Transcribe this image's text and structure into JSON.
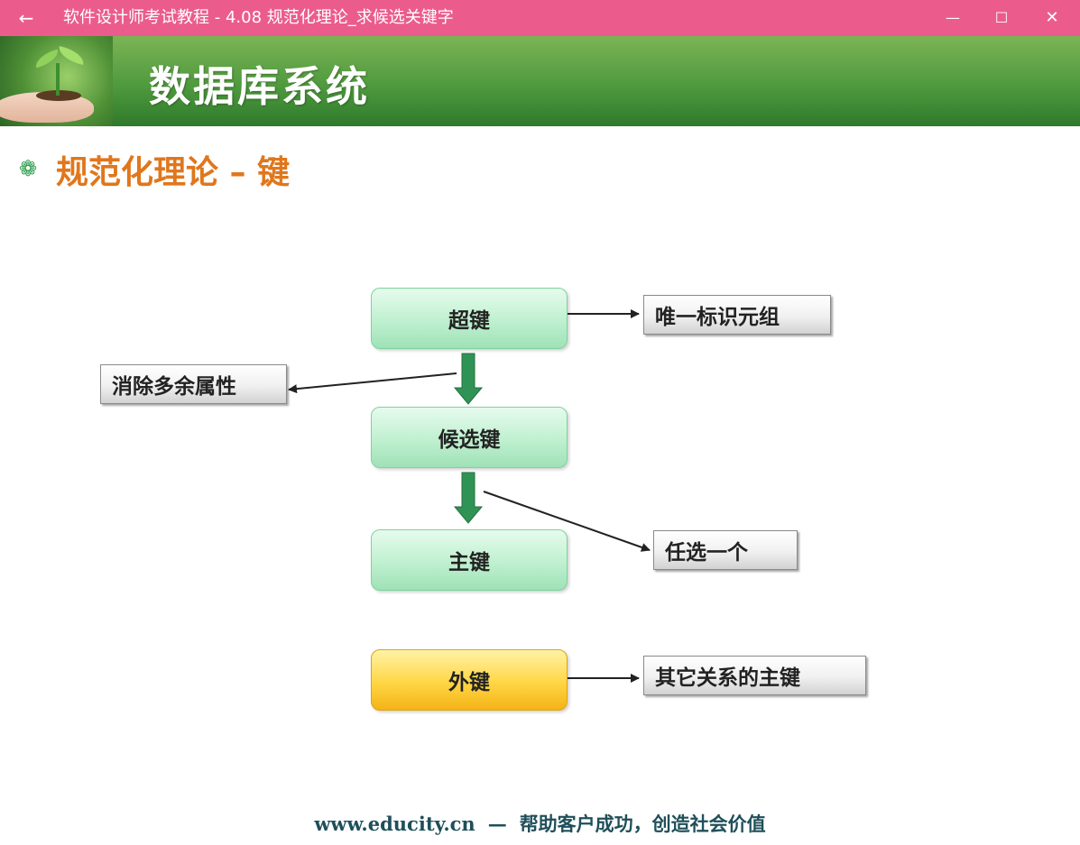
{
  "window": {
    "title": "软件设计师考试教程 - 4.08  规范化理论_求候选关键字",
    "back_glyph": "←",
    "minimize_glyph": "—",
    "maximize_glyph": "☐",
    "close_glyph": "✕"
  },
  "slide": {
    "header_title": "数据库系统",
    "section_title": "规范化理论 – 键",
    "section_icon_glyph": "❁",
    "nodes": {
      "super_key": "超键",
      "candidate_key": "候选键",
      "primary_key": "主键",
      "foreign_key": "外键"
    },
    "notes": {
      "unique_tuple": "唯一标识元组",
      "remove_redundant": "消除多余属性",
      "choose_one": "任选一个",
      "other_relation_pk": "其它关系的主键"
    },
    "footer": {
      "site": "www.educity.cn",
      "dash": "—",
      "slogan": "帮助客户成功，创造社会价值"
    }
  },
  "colors": {
    "titlebar": "#eb5c8d",
    "section_title": "#e0771c",
    "node_green": "#bff0cf",
    "node_yellow": "#ffd644",
    "down_arrow": "#2f9355"
  }
}
